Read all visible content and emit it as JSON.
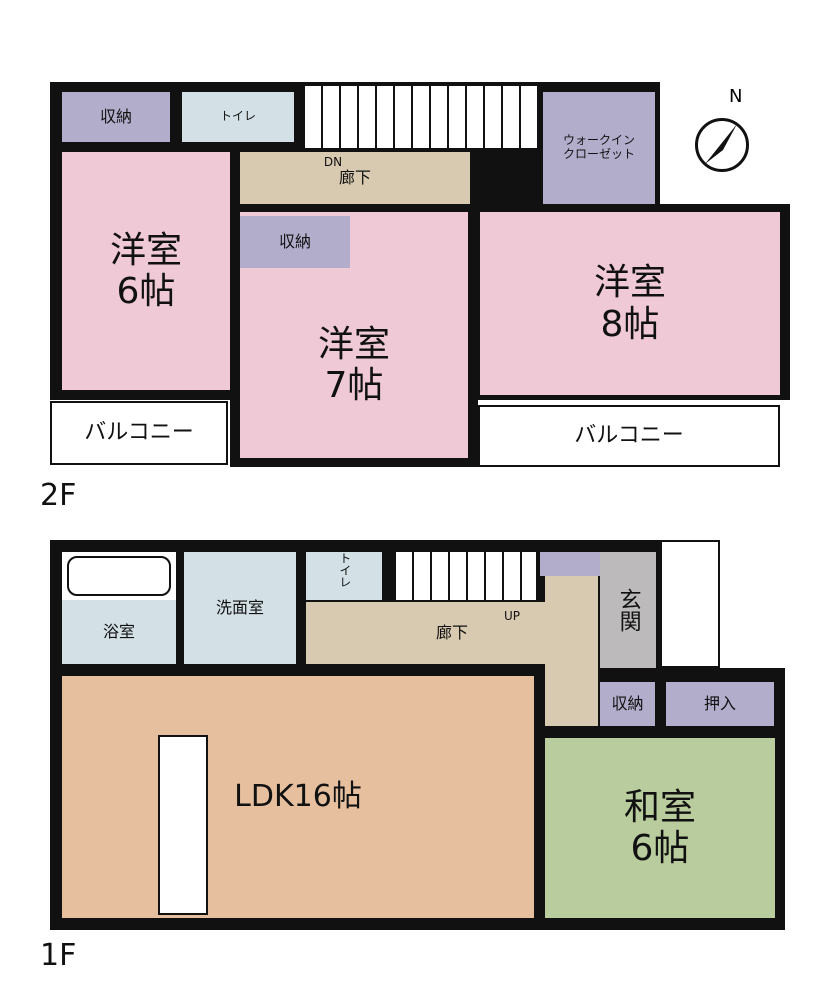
{
  "floor2": {
    "label": "2F",
    "rooms": {
      "storage_a": "収納",
      "toilet": "トイレ",
      "hall": "廊下",
      "down": "DN",
      "wic": "ウォークイン\nクローゼット",
      "room6": "洋室\n6帖",
      "storage_b": "収納",
      "room7": "洋室\n7帖",
      "room8": "洋室\n8帖",
      "balcony_a": "バルコニー",
      "balcony_b": "バルコニー"
    },
    "compass": "N"
  },
  "floor1": {
    "label": "1F",
    "rooms": {
      "bath": "浴室",
      "washroom": "洗面室",
      "toilet": "トイレ",
      "up": "UP",
      "hall": "廊下",
      "entrance": "玄関",
      "ldk": "LDK16帖",
      "storage": "収納",
      "closet": "押入",
      "washitsu": "和室\n6帖"
    }
  },
  "colors": {
    "western_room": "#efc9d6",
    "storage": "#b3adcc",
    "wet_area": "#d3e1e7",
    "hall": "#d8c9b1",
    "ldk": "#e6bf9f",
    "japanese_room": "#b9cc9d",
    "entrance": "#bcbaba"
  }
}
